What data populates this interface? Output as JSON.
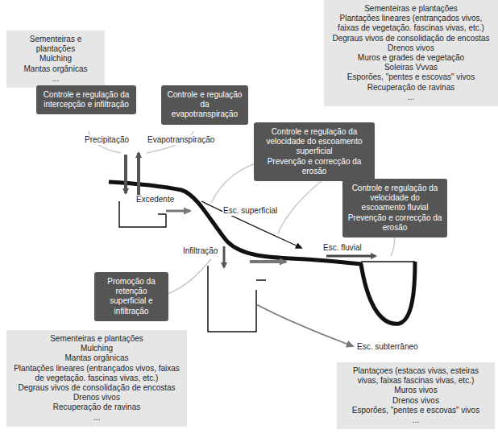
{
  "diagram": {
    "nodes": [
      {
        "text": [
          "Sementeiras e plantações",
          "Mulching",
          "Mantas orgânicas",
          "..."
        ]
      },
      {
        "text": [
          "Sementeiras e plantações",
          "Plantações lineares (entrançados vivos, faixas de vegetação. fascinas vivas, etc.)",
          "Degraus vivos de consolidação de encostas",
          "Drenos vivos",
          "Muros e grades de vegetação",
          "Soleiras Vvvas",
          "Esporões, \"pentes e escovas\" vivos",
          "Recuperação de ravinas",
          "..."
        ]
      },
      {
        "text": [
          "Controle e regulação da intercepção e infiltração"
        ]
      },
      {
        "text": [
          "Controle e regulação da evapotranspiração"
        ]
      },
      {
        "text": [
          "Controle e regulação da velocidade do escoamento superficial",
          "Prevenção e correcção da erosão"
        ]
      },
      {
        "text": [
          "Controle e regulação da velocidade do escoamento fluvial",
          "Prevenção e correcção da erosão"
        ]
      },
      {
        "text": [
          "Promoção da retenção superficial e infiltração"
        ]
      },
      {
        "text": [
          "Sementeiras e plantações",
          "Mulching",
          "Mantas orgânicas",
          "Plantações lineares (entrançados vivos, faixas de vegetação. fascinas vivas, etc.)",
          "Degraus vivos de consolidação de encostas",
          "Drenos vivos",
          "Recuperação de ravinas",
          "..."
        ]
      },
      {
        "text": [
          "Plantaçoes (estacas vivas, esteiras vivas, faixas fascinas vivas, etc.)",
          "Muros vivos",
          "Drenos vivos",
          "Esporões, \"pentes e escovas\" vivos",
          "..."
        ]
      }
    ],
    "labels": [
      "Precipitação",
      "Evapotranspiração",
      "Excedente",
      "Esc. superficial",
      "Infiltração",
      "Esc. fluvial",
      "Esc. subterrâneo"
    ]
  }
}
